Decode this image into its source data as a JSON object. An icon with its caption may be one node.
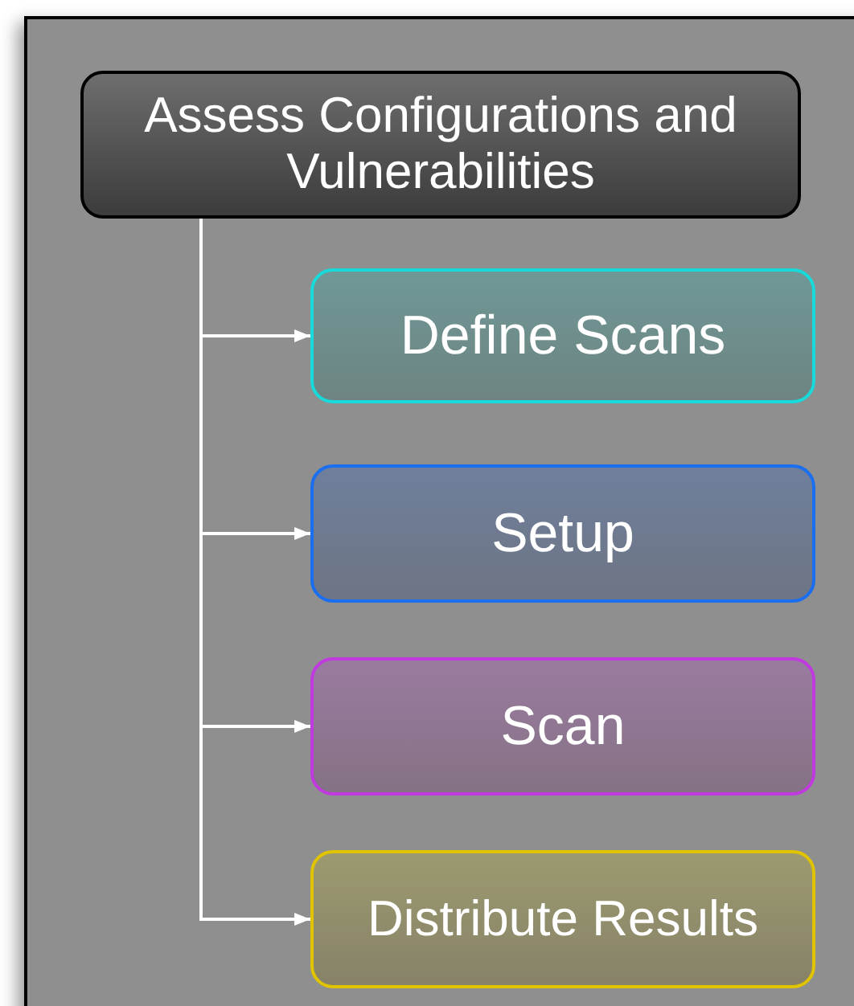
{
  "diagram": {
    "nodes": [
      {
        "text": [
          "Assess Configurations and Vulnerabilities"
        ]
      },
      {
        "text": [
          "Define Scans"
        ]
      },
      {
        "text": [
          "Setup"
        ]
      },
      {
        "text": [
          "Scan"
        ]
      },
      {
        "text": [
          "Distribute Results"
        ]
      }
    ],
    "edges": [
      {
        "from": 0,
        "to": 1,
        "arrow": "to"
      },
      {
        "from": 0,
        "to": 2,
        "arrow": "to"
      },
      {
        "from": 0,
        "to": 3,
        "arrow": "to"
      },
      {
        "from": 0,
        "to": 4,
        "arrow": "to"
      }
    ]
  }
}
